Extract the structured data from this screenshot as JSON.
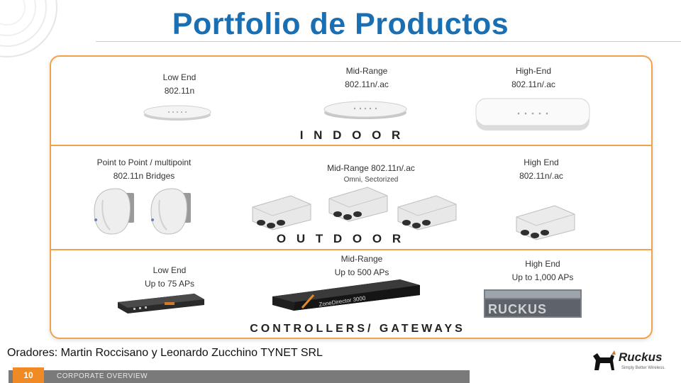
{
  "title": "Portfolio de Productos",
  "indoor": {
    "section": "I N D O O R",
    "low_end": {
      "l1": "Low End",
      "l2": "802.11n"
    },
    "mid_range": {
      "l1": "Mid-Range",
      "l2": "802.11n/.ac"
    },
    "high_end": {
      "l1": "High-End",
      "l2": "802.11n/.ac"
    }
  },
  "outdoor": {
    "section": "O U T D O O R",
    "bridges": {
      "l1": "Point to Point / multipoint",
      "l2": "802.11n  Bridges"
    },
    "mid_range": {
      "l1": "Mid-Range 802.11n/.ac",
      "l2": "Omni, Sectorized"
    },
    "high_end": {
      "l1": "High End",
      "l2": "802.11n/.ac"
    }
  },
  "controllers": {
    "section": "CONTROLLERS/ GATEWAYS",
    "low_end": {
      "l1": "Low End",
      "l2": "Up to 75 APs"
    },
    "mid_range": {
      "l1": "Mid-Range",
      "l2": "Up to 500 APs",
      "device_text": "ZoneDirector 3000"
    },
    "high_end": {
      "l1": "High End",
      "l2": "Up to 1,000 APs",
      "device_text": "RUCKUS"
    }
  },
  "speakers": "Oradores: Martin Roccisano  y Leonardo Zucchino TYNET SRL",
  "footer": {
    "page_number": "10",
    "text": "CORPORATE OVERVIEW"
  },
  "logo": {
    "word": "Ruckus",
    "tagline": "Simply Better Wireless."
  },
  "colors": {
    "title": "#1a6fb3",
    "accent": "#f2a24a",
    "page_badge": "#f08a24",
    "footer_bar": "#7a7a7a"
  }
}
